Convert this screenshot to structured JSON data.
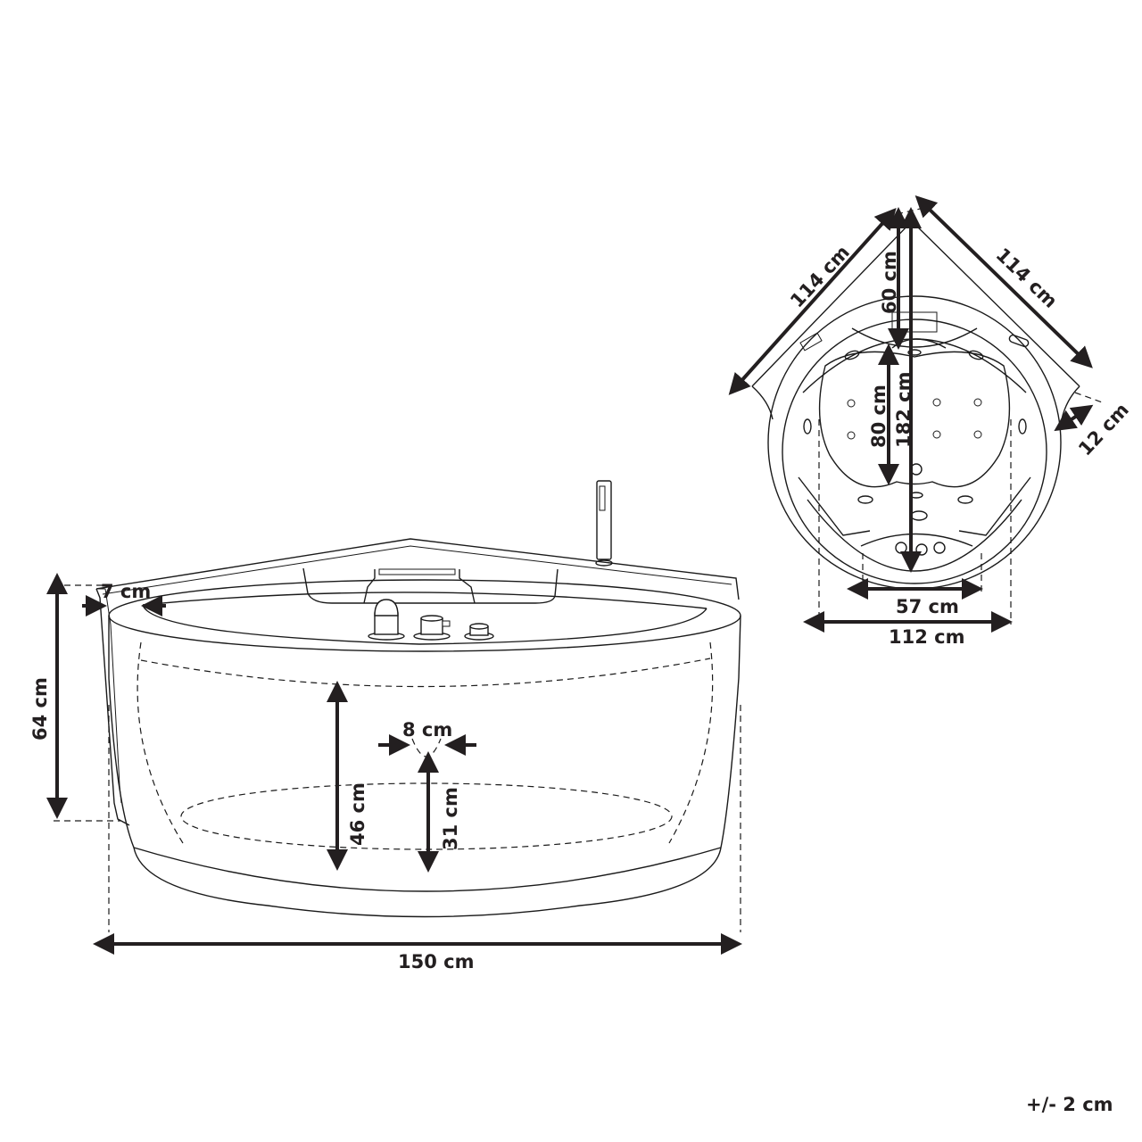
{
  "figure": {
    "type": "technical-dimension-drawing",
    "subject": "corner whirlpool bathtub",
    "views": [
      "front-perspective",
      "top"
    ]
  },
  "front_view": {
    "width_label": "150 cm",
    "height_label": "64 cm",
    "rim_label": "7 cm",
    "inner_depth_label": "46 cm",
    "drain_height_label": "31 cm",
    "drain_diameter_label": "8 cm"
  },
  "top_view": {
    "side_left_label": "114 cm",
    "side_right_label": "114 cm",
    "backrest_depth_label": "60 cm",
    "inner_length_label": "80 cm",
    "diagonal_label": "182 cm",
    "corner_offset_label": "12 cm",
    "control_panel_width_label": "57 cm",
    "width_label": "112 cm"
  },
  "tolerance_label": "+/- 2 cm",
  "colors": {
    "line": "#1a1a1a",
    "dimension": "#231f20",
    "background": "#ffffff"
  }
}
